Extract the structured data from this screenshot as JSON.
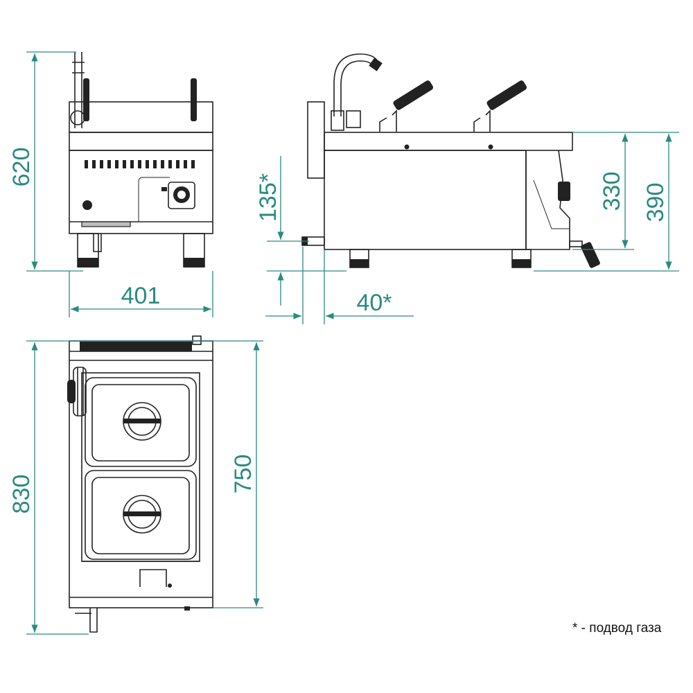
{
  "title": "Gas pasta cooker — overall dimensions",
  "colors": {
    "dimension": "#2a8a82",
    "outline": "#222222"
  },
  "front_view": {
    "height": "620",
    "width": "401"
  },
  "side_view": {
    "inlet_height": "135*",
    "inlet_offset": "40*",
    "worktop_height": "330",
    "overall_height": "390"
  },
  "top_view": {
    "depth": "830",
    "body_depth": "750"
  },
  "footnote": "* - подвод газа"
}
